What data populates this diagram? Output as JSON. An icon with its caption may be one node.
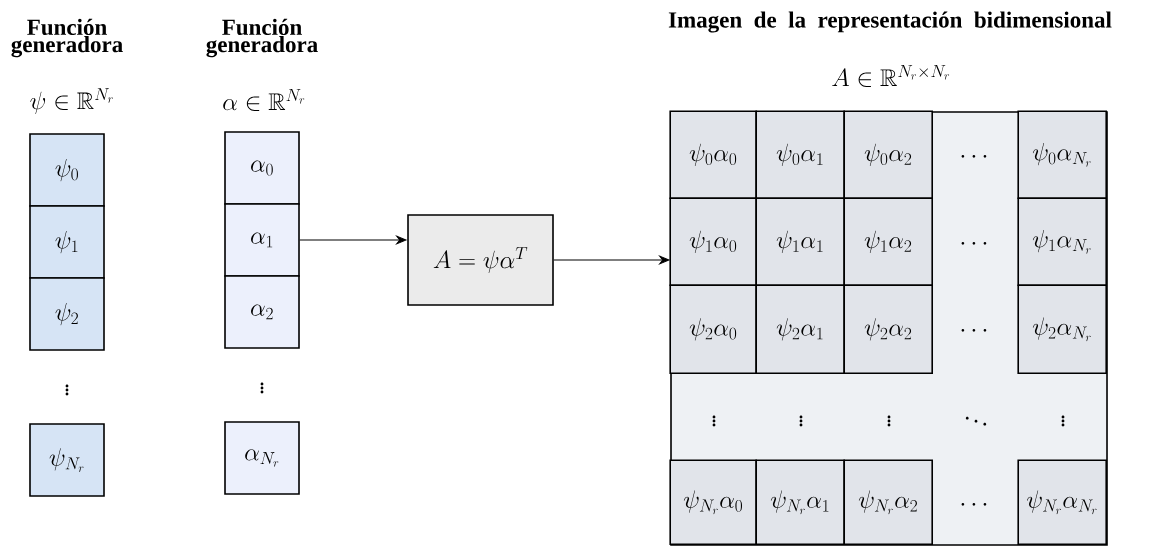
{
  "diagram": {
    "nodes": [
      {
        "text": [
          "\\psi_0"
        ]
      },
      {
        "text": [
          "\\psi_1"
        ]
      },
      {
        "text": [
          "\\psi_2"
        ]
      },
      {
        "text": [
          "\\psi_{N_r}"
        ]
      },
      {
        "text": [
          "\\alpha_0"
        ]
      },
      {
        "text": [
          "\\alpha_1"
        ]
      },
      {
        "text": [
          "\\alpha_2"
        ]
      },
      {
        "text": [
          "\\alpha_{N_r}"
        ]
      },
      {
        "text": [
          "A = \\psi \\alpha^T"
        ]
      },
      {
        "text": [],
        "shape": "box"
      },
      {
        "text": [
          "\\psi_0 \\alpha_0"
        ],
        "in": 9
      },
      {
        "text": [
          "\\psi_0 \\alpha_1"
        ],
        "in": 9
      },
      {
        "text": [
          "\\psi_0 \\alpha_2"
        ],
        "in": 9
      },
      {
        "text": [
          "\\psi_0 \\alpha_{N_r}"
        ],
        "in": 9
      },
      {
        "text": [
          "\\psi_1 \\alpha_0"
        ],
        "in": 9
      },
      {
        "text": [
          "\\psi_1 \\alpha_1"
        ],
        "in": 9
      },
      {
        "text": [
          "\\psi_1 \\alpha_2"
        ],
        "in": 9
      },
      {
        "text": [
          "\\psi_1 \\alpha_{N_r}"
        ],
        "in": 9
      },
      {
        "text": [
          "\\psi_2 \\alpha_0"
        ],
        "in": 9
      },
      {
        "text": [
          "\\psi_2 \\alpha_1"
        ],
        "in": 9
      },
      {
        "text": [
          "\\psi_2 \\alpha_2"
        ],
        "in": 9
      },
      {
        "text": [
          "\\psi_2 \\alpha_{N_r}"
        ],
        "in": 9
      },
      {
        "text": [
          "\\psi_{N_r} \\alpha_0"
        ],
        "in": 9
      },
      {
        "text": [
          "\\psi_{N_r} \\alpha_1"
        ],
        "in": 9
      },
      {
        "text": [
          "\\psi_{N_r} \\alpha_2"
        ],
        "in": 9
      },
      {
        "text": [
          "\\psi_{N_r} \\alpha_{N_r}"
        ],
        "in": 9
      }
    ],
    "edges": [
      {
        "from": 5,
        "to": 8,
        "arrow": "to"
      },
      {
        "from": 8,
        "to": 9,
        "arrow": "to"
      }
    ],
    "labels": [
      "Función generadora",
      "\\psi \\in \\mathbb{R}^{N_r}",
      "Función generadora",
      "\\alpha \\in \\mathbb{R}^{N_r}",
      "Imagen de la representación bidimensional",
      "A \\in \\mathbb{R}^{N_r \\times N_r}",
      "\\vdots",
      "\\vdots",
      "\\cdots",
      "\\cdots",
      "\\cdots",
      "\\vdots",
      "\\vdots",
      "\\vdots",
      "\\ddots",
      "\\vdots",
      "\\cdots"
    ]
  }
}
